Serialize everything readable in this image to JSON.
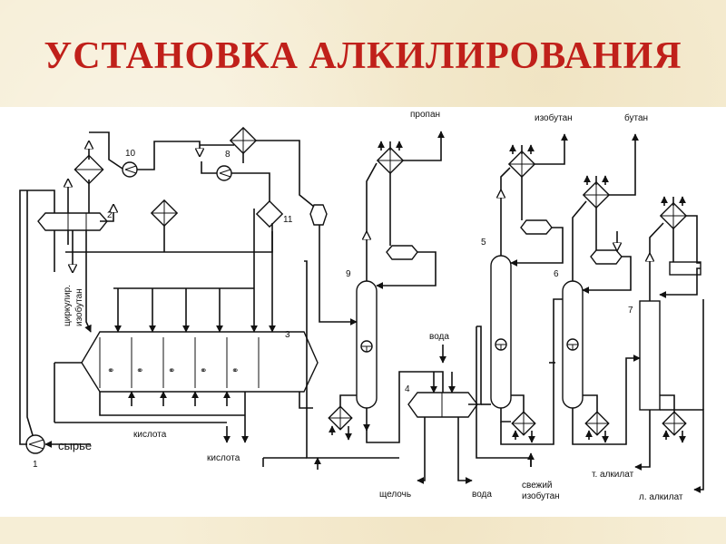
{
  "title": "УСТАНОВКА АЛКИЛИРОВАНИЯ",
  "colors": {
    "title": "#c0201a",
    "line": "#111111",
    "background": "#f6eed6",
    "panel": "#ffffff"
  },
  "streams": {
    "propane": "пропан",
    "isobutane": "изобутан",
    "butane": "бутан",
    "water_in": "вода",
    "acid_top": "кислота",
    "acid_bottom": "кислота",
    "feed": "сырье",
    "alkali": "щелочь",
    "water_out": "вода",
    "fresh_isobutane_1": "свежий",
    "fresh_isobutane_2": "изобутан",
    "heavy_alkylate": "т. алкилат",
    "light_alkylate": "л. алкилат",
    "recycle_1": "циркулир.",
    "recycle_2": "изобутан"
  },
  "equipment": {
    "n1": "1",
    "n2": "2",
    "n3": "3",
    "n4": "4",
    "n5": "5",
    "n6": "6",
    "n7": "7",
    "n8": "8",
    "n9": "9",
    "n10": "10",
    "n11": "11"
  }
}
